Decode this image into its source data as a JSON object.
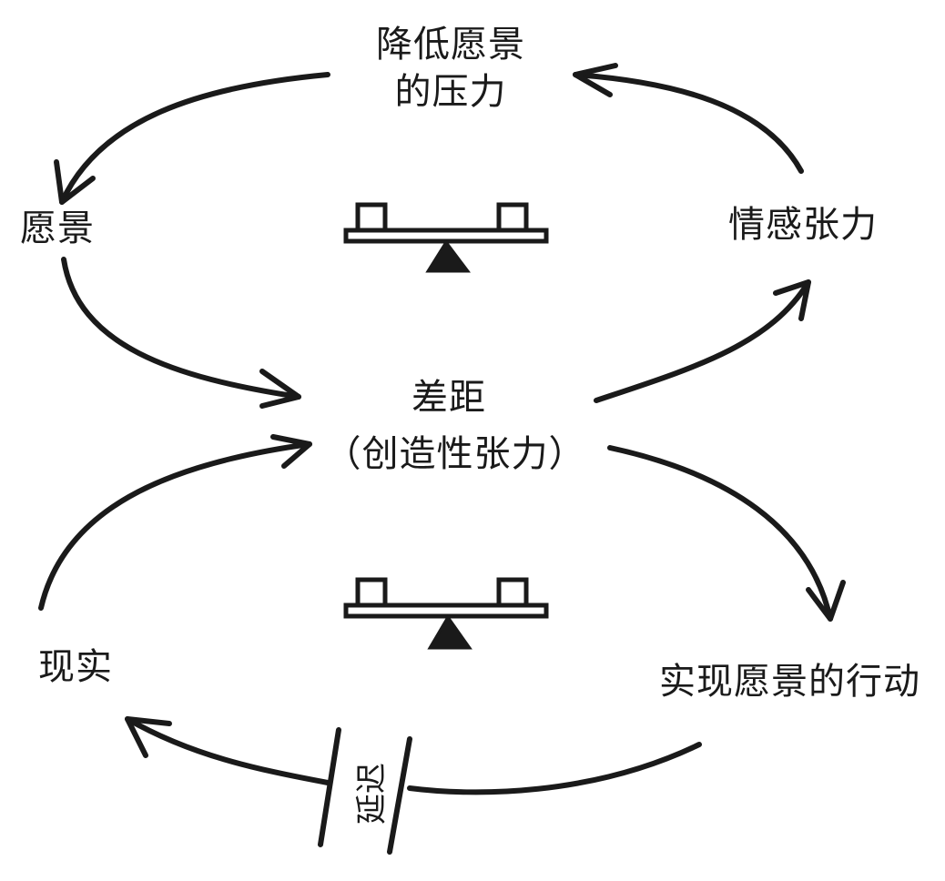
{
  "labels": {
    "pressure_line1": "降低愿景",
    "pressure_line2": "的压力",
    "vision": "愿景",
    "emotional_tension": "情感张力",
    "gap_line1": "差距",
    "gap_line2": "（创造性张力）",
    "reality": "现实",
    "action": "实现愿景的行动",
    "delay": "延迟"
  },
  "colors": {
    "ink": "#1a1a1a",
    "background": "#ffffff"
  }
}
